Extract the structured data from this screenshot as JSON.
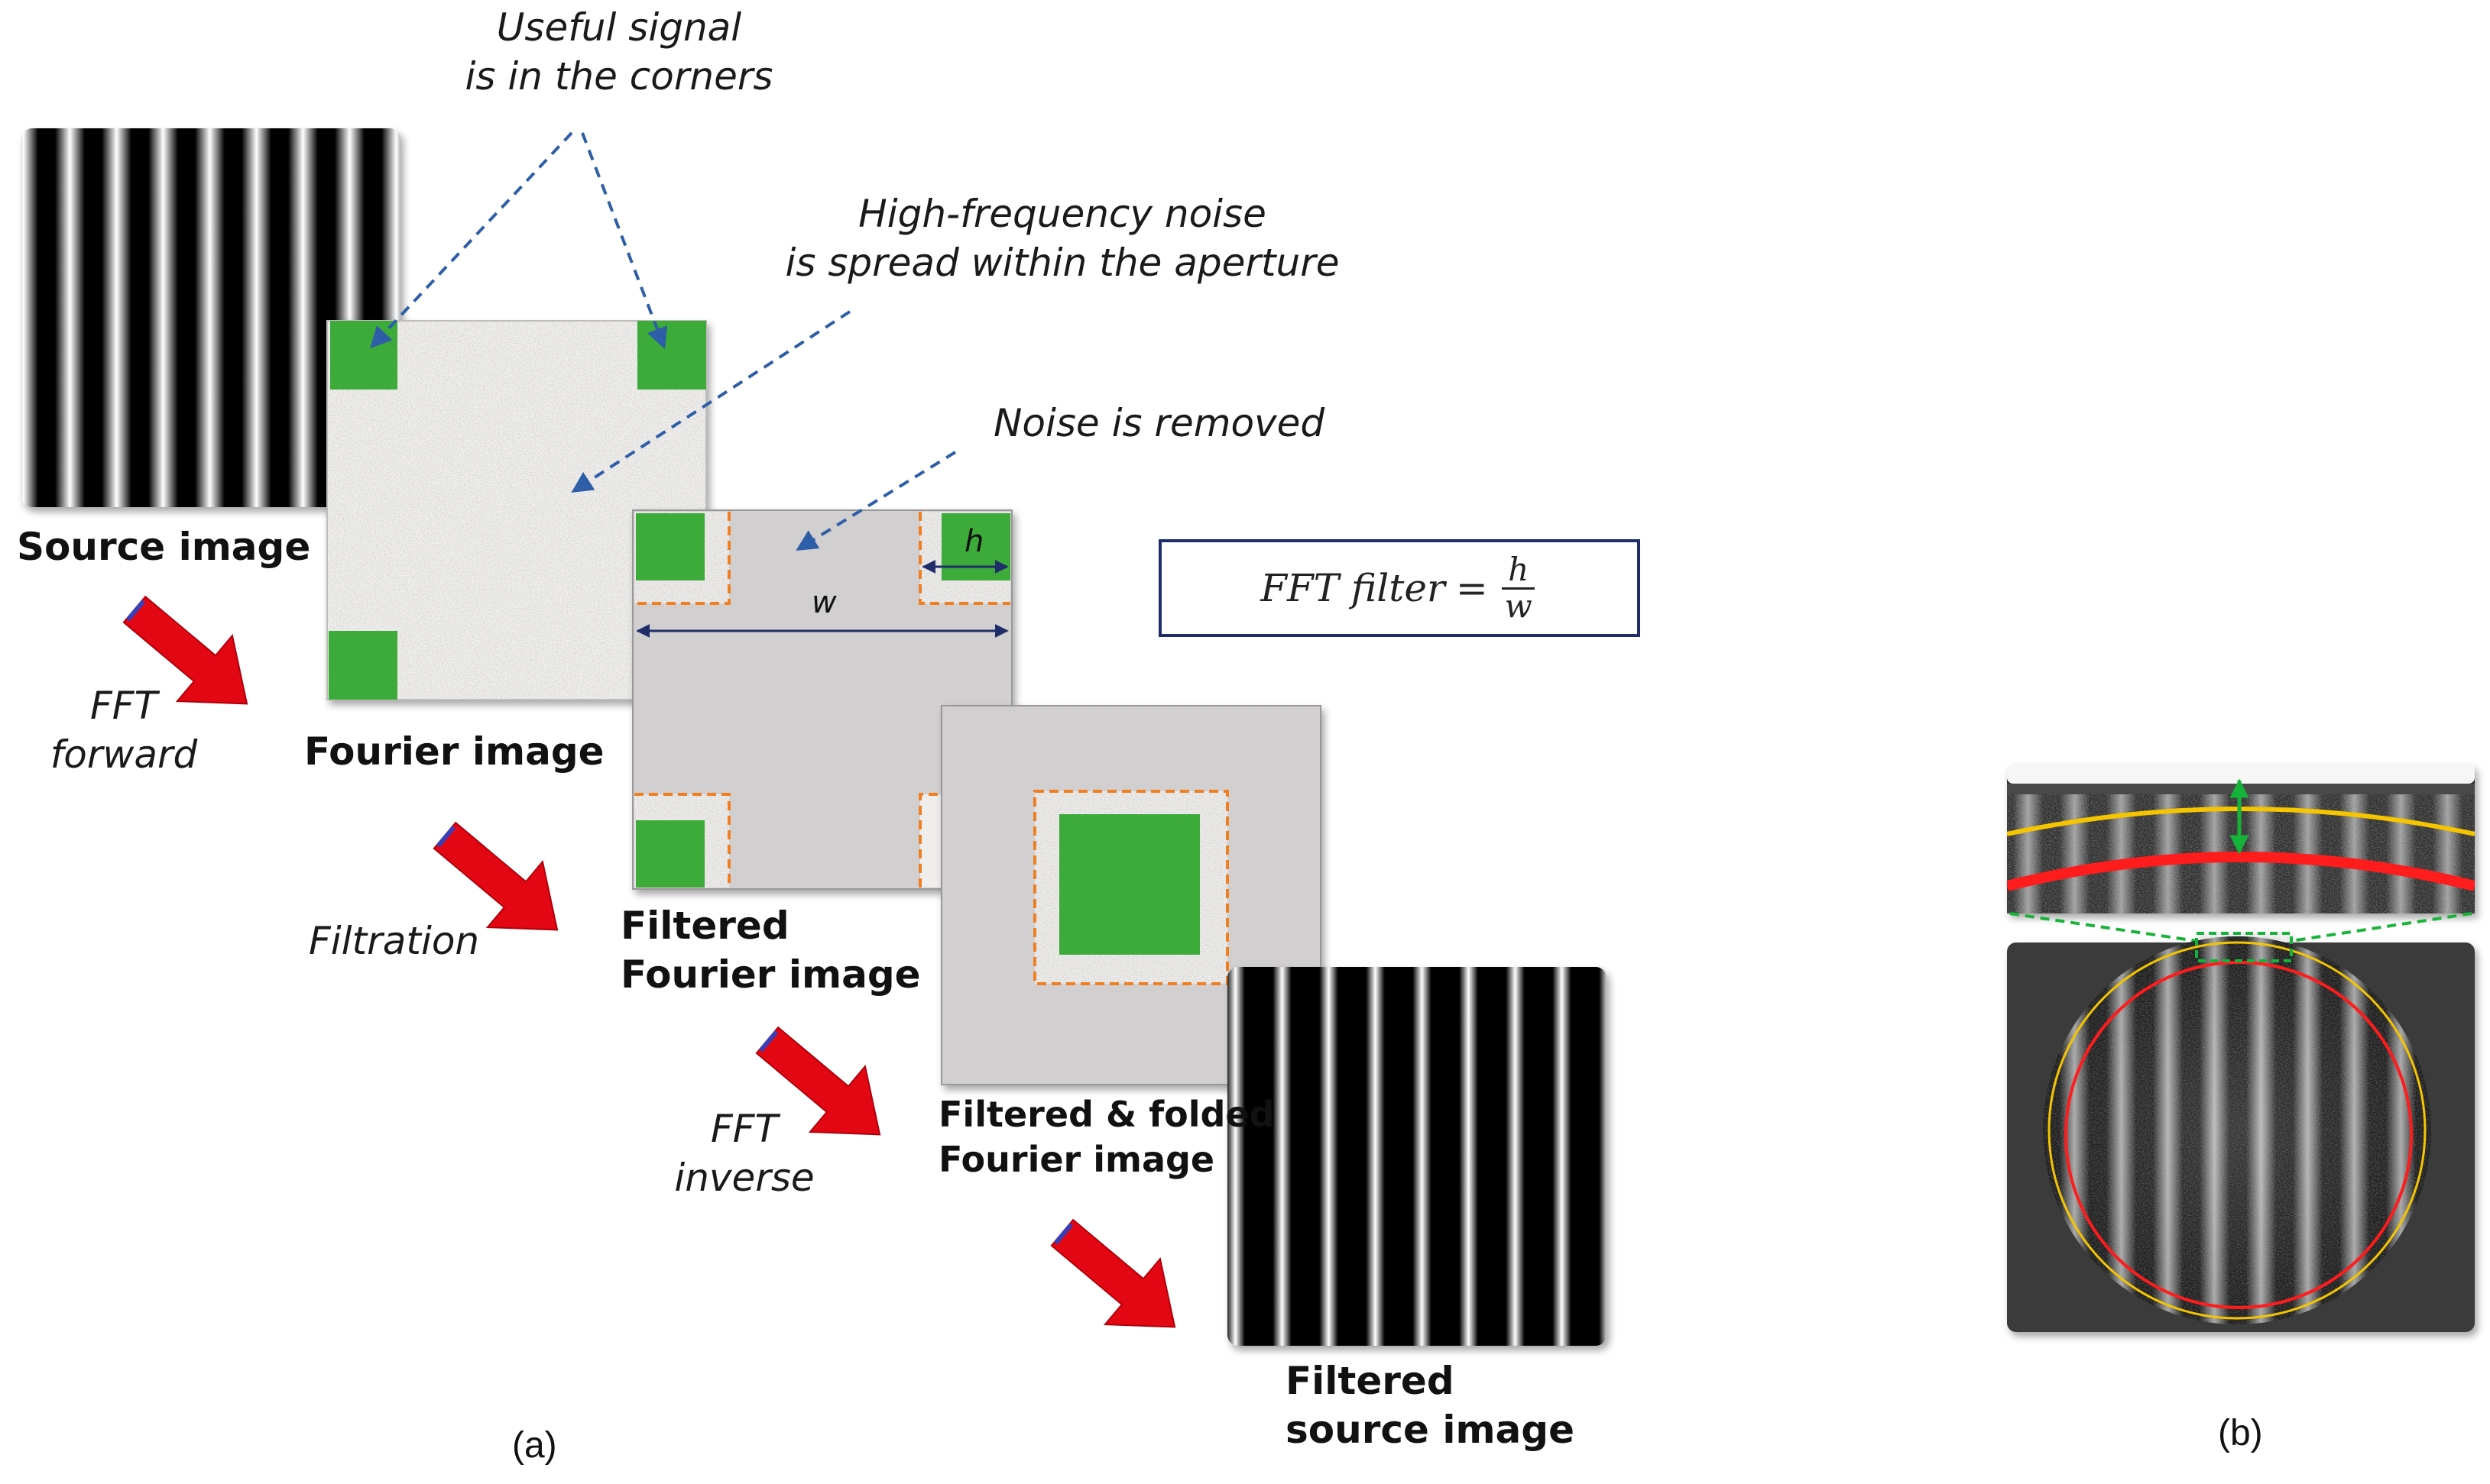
{
  "colors": {
    "green": "#3cab3a",
    "arrow_red": "#e30613",
    "dashed_blue": "#2e5ea7",
    "dim_line": "#1f2d6b",
    "orange_dash": "#f07f22",
    "panel_gray": "#d1cfcf",
    "red_circle": "#ff1a1a",
    "yellow_circle": "#f5c500",
    "green_dashed": "#19b33a"
  },
  "annotations": {
    "useful_signal": [
      "Useful signal",
      "is in the corners"
    ],
    "hf_noise": [
      "High-frequency noise",
      "is spread within the aperture"
    ],
    "noise_removed": "Noise is removed"
  },
  "labels": {
    "source_image": "Source image",
    "fourier_image": "Fourier image",
    "filtered_fourier": [
      "Filtered",
      "Fourier image"
    ],
    "filtered_folded": [
      "Filtered & folded",
      "Fourier image"
    ],
    "filtered_source": [
      "Filtered",
      "source image"
    ]
  },
  "steps": {
    "fft_forward": [
      "FFT",
      "forward"
    ],
    "filtration": "Filtration",
    "fft_inverse": [
      "FFT",
      "inverse"
    ]
  },
  "dimensions": {
    "h": "h",
    "w": "w"
  },
  "formula": {
    "lhs": "FFT filter",
    "equals": "=",
    "numerator": "h",
    "denominator": "w"
  },
  "captions": {
    "a": "(a)",
    "b": "(b)"
  },
  "icons": {
    "step_arrow": "red-block-arrow",
    "callout": "dashed-callout-arrow",
    "dimension": "double-headed-arrow"
  }
}
